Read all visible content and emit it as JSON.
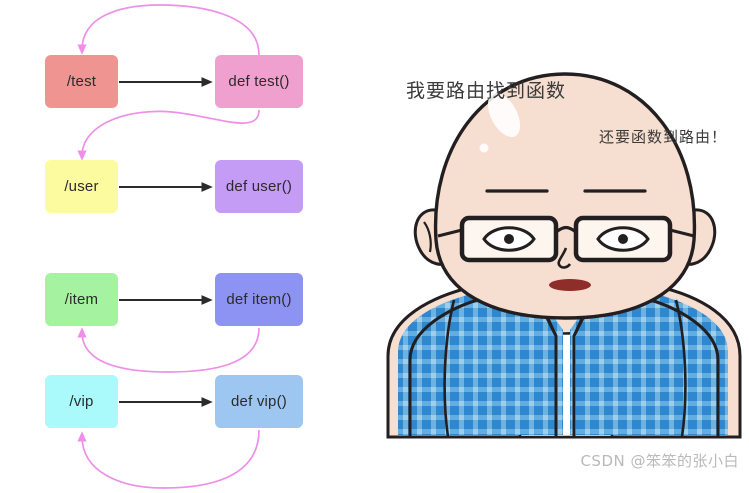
{
  "diagram": {
    "title": "route-to-function mapping",
    "arrow_color": "#2b2b2b",
    "loop_arrow_color": "#ee8fe8",
    "rows": [
      {
        "route_label": "/test",
        "route_color": "#ef9491",
        "func_label": "def test()",
        "func_color": "#f0a0ce"
      },
      {
        "route_label": "/user",
        "route_color": "#fcfba0",
        "func_label": "def user()",
        "func_color": "#c49bf5"
      },
      {
        "route_label": "/item",
        "route_color": "#a5f3a0",
        "func_label": "def item()",
        "func_color": "#8d93f2"
      },
      {
        "route_label": "/vip",
        "route_color": "#aaf9fb",
        "func_label": "def vip()",
        "func_color": "#9dc6f0"
      }
    ]
  },
  "character": {
    "name": "bald-man-with-glasses",
    "skin_color": "#f6ded0",
    "shirt_color": "#3d92d6",
    "shirt_pattern": "plaid",
    "undershirt_color": "#ffffff",
    "outline_color": "#231f20",
    "speech_line_1": "我要路由找到函数",
    "speech_line_2": "还要函数到路由！"
  },
  "watermark": {
    "text": "CSDN @笨笨的张小白",
    "color": "#b9b9b9"
  }
}
